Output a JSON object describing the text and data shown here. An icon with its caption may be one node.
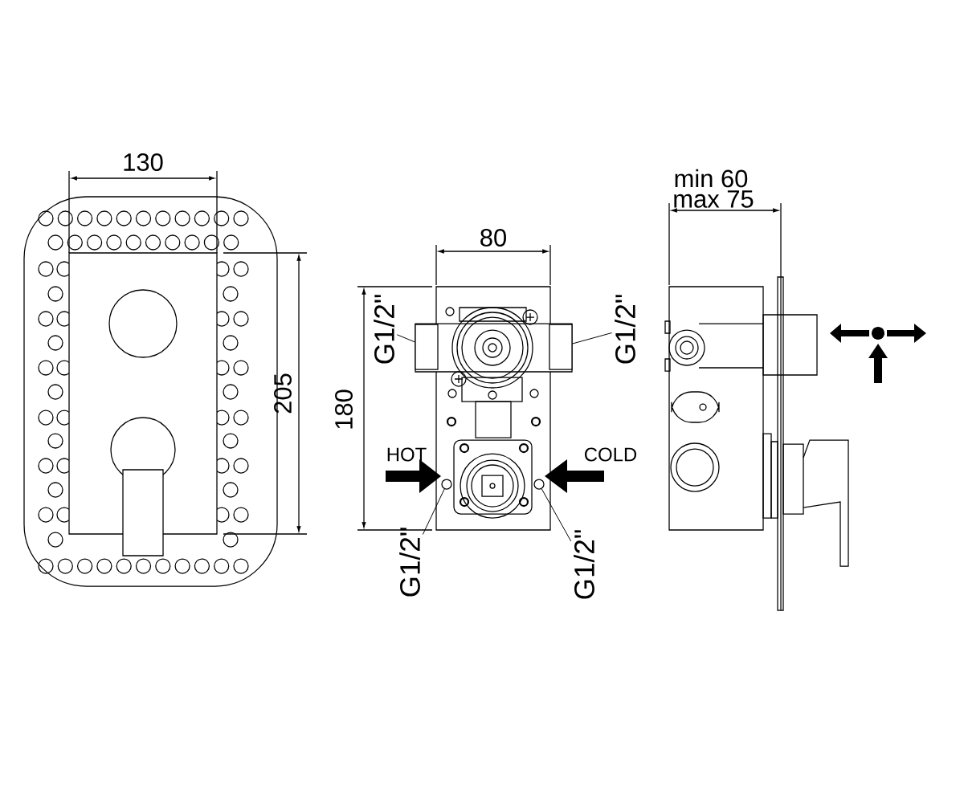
{
  "diagram": {
    "nodes": [
      {
        "text": [
          "G1/2\""
        ]
      },
      {
        "text": [],
        "shape": "box"
      },
      {
        "text": [
          "G1/2\""
        ]
      },
      {
        "text": [],
        "shape": "box"
      },
      {
        "text": [
          "G1/2\""
        ]
      },
      {
        "text": [],
        "shape": "circle"
      },
      {
        "text": [
          "G1/2\""
        ]
      },
      {
        "text": [],
        "shape": "circle"
      }
    ],
    "edges": [
      {
        "from": 0,
        "to": 1,
        "arrow": "none"
      },
      {
        "from": 2,
        "to": 3,
        "arrow": "none"
      },
      {
        "from": 4,
        "to": 5,
        "arrow": "none"
      },
      {
        "from": 6,
        "to": 7,
        "arrow": "none"
      }
    ],
    "labels": [
      "130",
      "205",
      "80",
      "180",
      "HOT",
      "COLD",
      "min 60",
      "max 75"
    ]
  }
}
